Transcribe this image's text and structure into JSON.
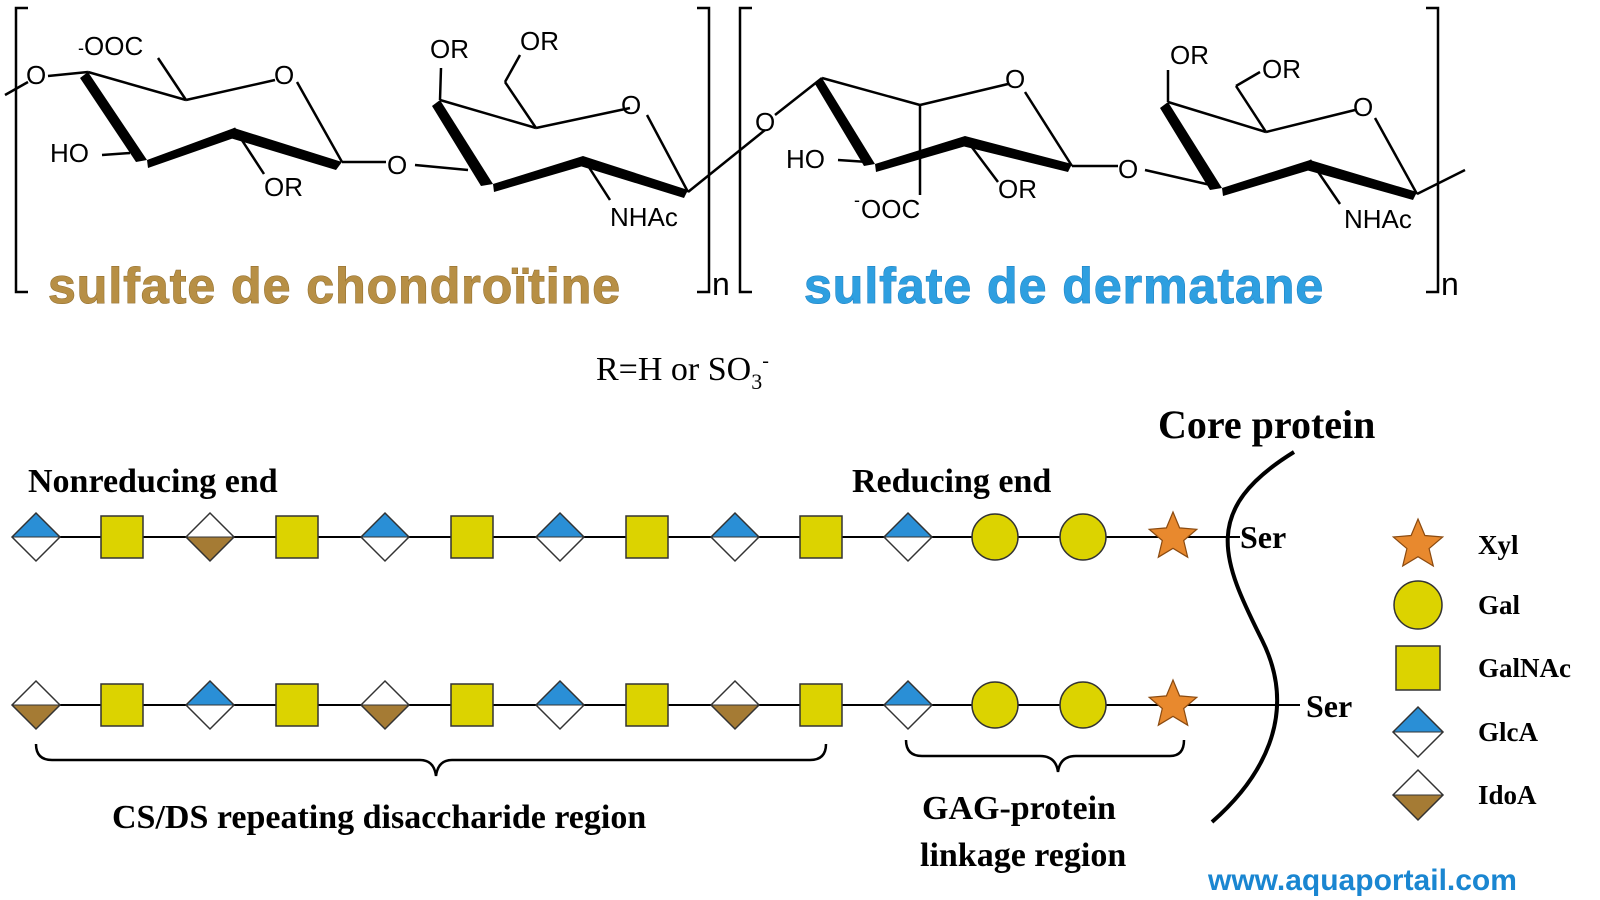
{
  "structures": {
    "chondroitin": {
      "title": "sulfate de chondroïtine",
      "labels": {
        "ooc_charge": "-",
        "ooc": "OOC",
        "o_left": "O",
        "ring_o1": "O",
        "ho": "HO",
        "or_bottom": "OR",
        "glyco_o": "O",
        "or_top1": "OR",
        "or_top2": "OR",
        "ring_o2": "O",
        "nhac": "NHAc",
        "link_o": "O"
      },
      "subscript": "n"
    },
    "dermatan": {
      "title": "sulfate de dermatane",
      "labels": {
        "ring_o1": "O",
        "ho": "HO",
        "ooc_charge": "-",
        "ooc": "OOC",
        "or_bottom": "OR",
        "glyco_o": "O",
        "or_top1": "OR",
        "or_top2": "OR",
        "ring_o2": "O",
        "nhac": "NHAc"
      },
      "subscript": "n"
    },
    "r_def": {
      "main": "R=H or SO",
      "sub": "3",
      "sup": "-"
    }
  },
  "schematic": {
    "core_protein": "Core protein",
    "nonreducing_end": "Nonreducing end",
    "reducing_end": "Reducing end",
    "ser_top": "Ser",
    "ser_bottom": "Ser",
    "region_cs": "CS/DS repeating disaccharide region",
    "region_gag_line1": "GAG-protein",
    "region_gag_line2": "linkage region",
    "chain_top": [
      "GlcA",
      "GalNAc",
      "IdoA",
      "GalNAc",
      "GlcA",
      "GalNAc",
      "GlcA",
      "GalNAc",
      "GlcA",
      "GalNAc",
      "GlcA",
      "Gal",
      "Gal",
      "Xyl"
    ],
    "chain_bottom": [
      "IdoA",
      "GalNAc",
      "GlcA",
      "GalNAc",
      "IdoA",
      "GalNAc",
      "GlcA",
      "GalNAc",
      "IdoA",
      "GalNAc",
      "GlcA",
      "Gal",
      "Gal",
      "Xyl"
    ]
  },
  "legend": [
    {
      "symbol": "Xyl",
      "label": "Xyl"
    },
    {
      "symbol": "Gal",
      "label": "Gal"
    },
    {
      "symbol": "GalNAc",
      "label": "GalNAc"
    },
    {
      "symbol": "GlcA",
      "label": "GlcA"
    },
    {
      "symbol": "IdoA",
      "label": "IdoA"
    }
  ],
  "colors": {
    "blue": "#2a8fd6",
    "brown": "#a57b34",
    "yellow": "#dcd300",
    "orange": "#e8892e",
    "chondroitin_title": "#b78f45",
    "dermatan_title": "#2e9fe0"
  },
  "watermark": "www.aquaportail.com"
}
